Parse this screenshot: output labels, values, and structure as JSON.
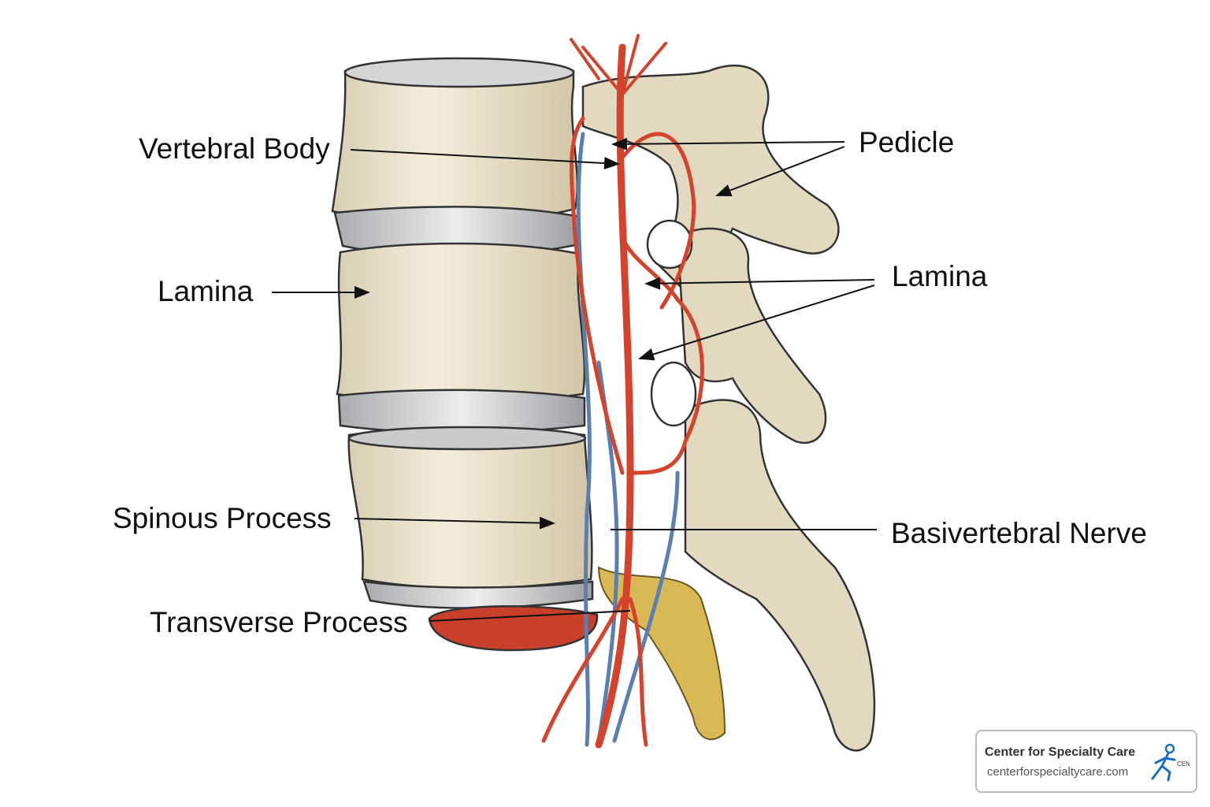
{
  "labels": {
    "vertebral_body": "Vertebral Body",
    "lamina_left": "Lamina",
    "spinous_process": "Spinous Process",
    "transverse_process": "Transverse Process",
    "pedicle": "Pedicle",
    "lamina_right": "Lamina",
    "basivertebral_nerve": "Basivertebral Nerve"
  },
  "watermark": {
    "name": "Center for Specialty Care",
    "url": "centerforspecialtycare.com",
    "logo_text": "CEN"
  },
  "colors": {
    "bone": "#ebe3cf",
    "disc": "#c9cacc",
    "artery": "#d4432c",
    "vein": "#5b7fb0",
    "sac": "#d9b955",
    "logo": "#1a6fc0"
  }
}
